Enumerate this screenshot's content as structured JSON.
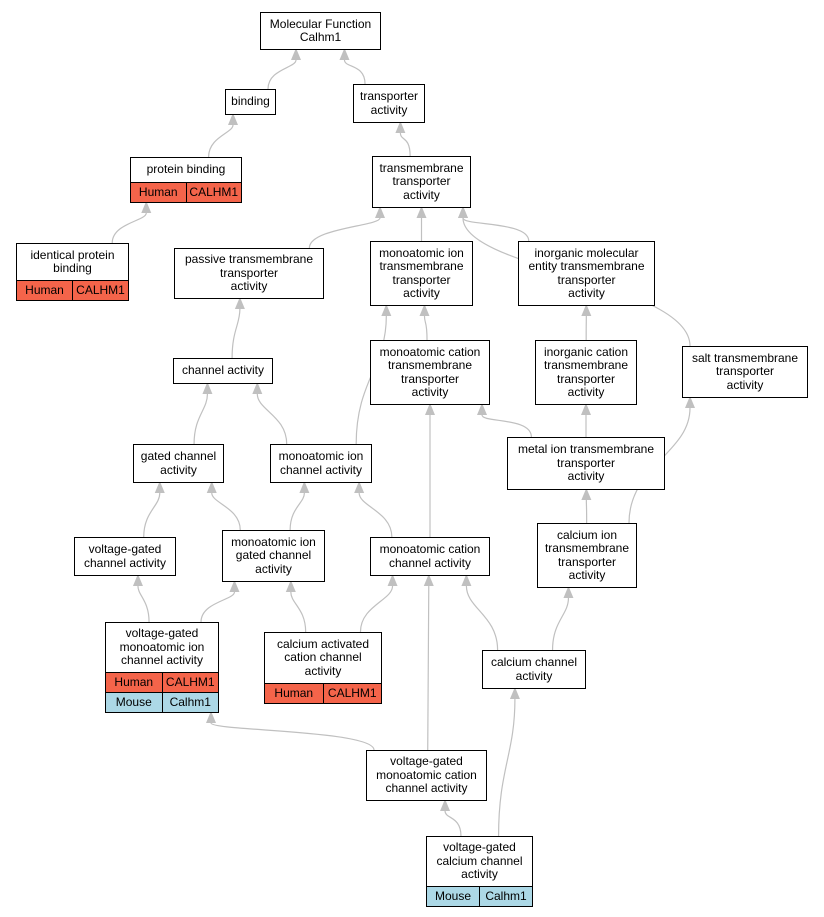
{
  "colors": {
    "human": "#f4644a",
    "mouse": "#acd8e6",
    "edge": "#c0c0c0"
  },
  "nodes": {
    "mf": {
      "label": "Molecular Function\nCalhm1"
    },
    "binding": {
      "label": "binding"
    },
    "transporter": {
      "label": "transporter\nactivity"
    },
    "protein_binding": {
      "label": "protein binding",
      "rows": [
        {
          "org": "Human",
          "gene": "CALHM1"
        }
      ]
    },
    "tm_transporter": {
      "label": "transmembrane\ntransporter\nactivity"
    },
    "identical": {
      "label": "identical protein\nbinding",
      "rows": [
        {
          "org": "Human",
          "gene": "CALHM1"
        }
      ]
    },
    "passive": {
      "label": "passive transmembrane\ntransporter\nactivity"
    },
    "monoion_tm": {
      "label": "monoatomic ion\ntransmembrane\ntransporter\nactivity"
    },
    "inorg_mol": {
      "label": "inorganic molecular\nentity transmembrane\ntransporter\nactivity"
    },
    "channel": {
      "label": "channel activity"
    },
    "monocation_tm": {
      "label": "monoatomic cation\ntransmembrane\ntransporter\nactivity"
    },
    "inorg_cation": {
      "label": "inorganic cation\ntransmembrane\ntransporter\nactivity"
    },
    "salt": {
      "label": "salt transmembrane\ntransporter\nactivity"
    },
    "gated": {
      "label": "gated channel\nactivity"
    },
    "monoion_channel": {
      "label": "monoatomic ion\nchannel activity"
    },
    "metal": {
      "label": "metal ion transmembrane\ntransporter\nactivity"
    },
    "vg_channel": {
      "label": "voltage-gated\nchannel activity"
    },
    "monoion_gated": {
      "label": "monoatomic ion\ngated channel\nactivity"
    },
    "monocation_channel": {
      "label": "monoatomic cation\nchannel activity"
    },
    "calcium_ion_tm": {
      "label": "calcium ion\ntransmembrane\ntransporter\nactivity"
    },
    "vg_monoion": {
      "label": "voltage-gated\nmonoatomic ion\nchannel activity",
      "rows": [
        {
          "org": "Human",
          "gene": "CALHM1"
        },
        {
          "org": "Mouse",
          "gene": "Calhm1"
        }
      ]
    },
    "ca_activated": {
      "label": "calcium activated\ncation channel\nactivity",
      "rows": [
        {
          "org": "Human",
          "gene": "CALHM1"
        }
      ]
    },
    "calcium_channel": {
      "label": "calcium channel\nactivity"
    },
    "vg_monocation": {
      "label": "voltage-gated\nmonoatomic cation\nchannel activity"
    },
    "vg_calcium": {
      "label": "voltage-gated\ncalcium channel\nactivity",
      "rows": [
        {
          "org": "Mouse",
          "gene": "Calhm1"
        }
      ]
    }
  },
  "edges": [
    [
      "binding",
      "mf"
    ],
    [
      "transporter",
      "mf"
    ],
    [
      "protein_binding",
      "binding"
    ],
    [
      "tm_transporter",
      "transporter"
    ],
    [
      "identical",
      "protein_binding"
    ],
    [
      "passive",
      "tm_transporter"
    ],
    [
      "monoion_tm",
      "tm_transporter"
    ],
    [
      "inorg_mol",
      "tm_transporter"
    ],
    [
      "salt",
      "tm_transporter"
    ],
    [
      "channel",
      "passive"
    ],
    [
      "monocation_tm",
      "monoion_tm"
    ],
    [
      "inorg_cation",
      "inorg_mol"
    ],
    [
      "gated",
      "channel"
    ],
    [
      "monoion_channel",
      "channel"
    ],
    [
      "monoion_channel",
      "monoion_tm"
    ],
    [
      "metal",
      "monocation_tm"
    ],
    [
      "metal",
      "inorg_cation"
    ],
    [
      "vg_channel",
      "gated"
    ],
    [
      "monoion_gated",
      "gated"
    ],
    [
      "monoion_gated",
      "monoion_channel"
    ],
    [
      "monocation_channel",
      "monoion_channel"
    ],
    [
      "monocation_channel",
      "monocation_tm"
    ],
    [
      "calcium_ion_tm",
      "metal"
    ],
    [
      "calcium_ion_tm",
      "salt"
    ],
    [
      "vg_monoion",
      "vg_channel"
    ],
    [
      "vg_monoion",
      "monoion_gated"
    ],
    [
      "ca_activated",
      "monoion_gated"
    ],
    [
      "ca_activated",
      "monocation_channel"
    ],
    [
      "calcium_channel",
      "monocation_channel"
    ],
    [
      "calcium_channel",
      "calcium_ion_tm"
    ],
    [
      "vg_monocation",
      "vg_monoion"
    ],
    [
      "vg_monocation",
      "monocation_channel"
    ],
    [
      "vg_calcium",
      "vg_monocation"
    ],
    [
      "vg_calcium",
      "calcium_channel"
    ]
  ]
}
